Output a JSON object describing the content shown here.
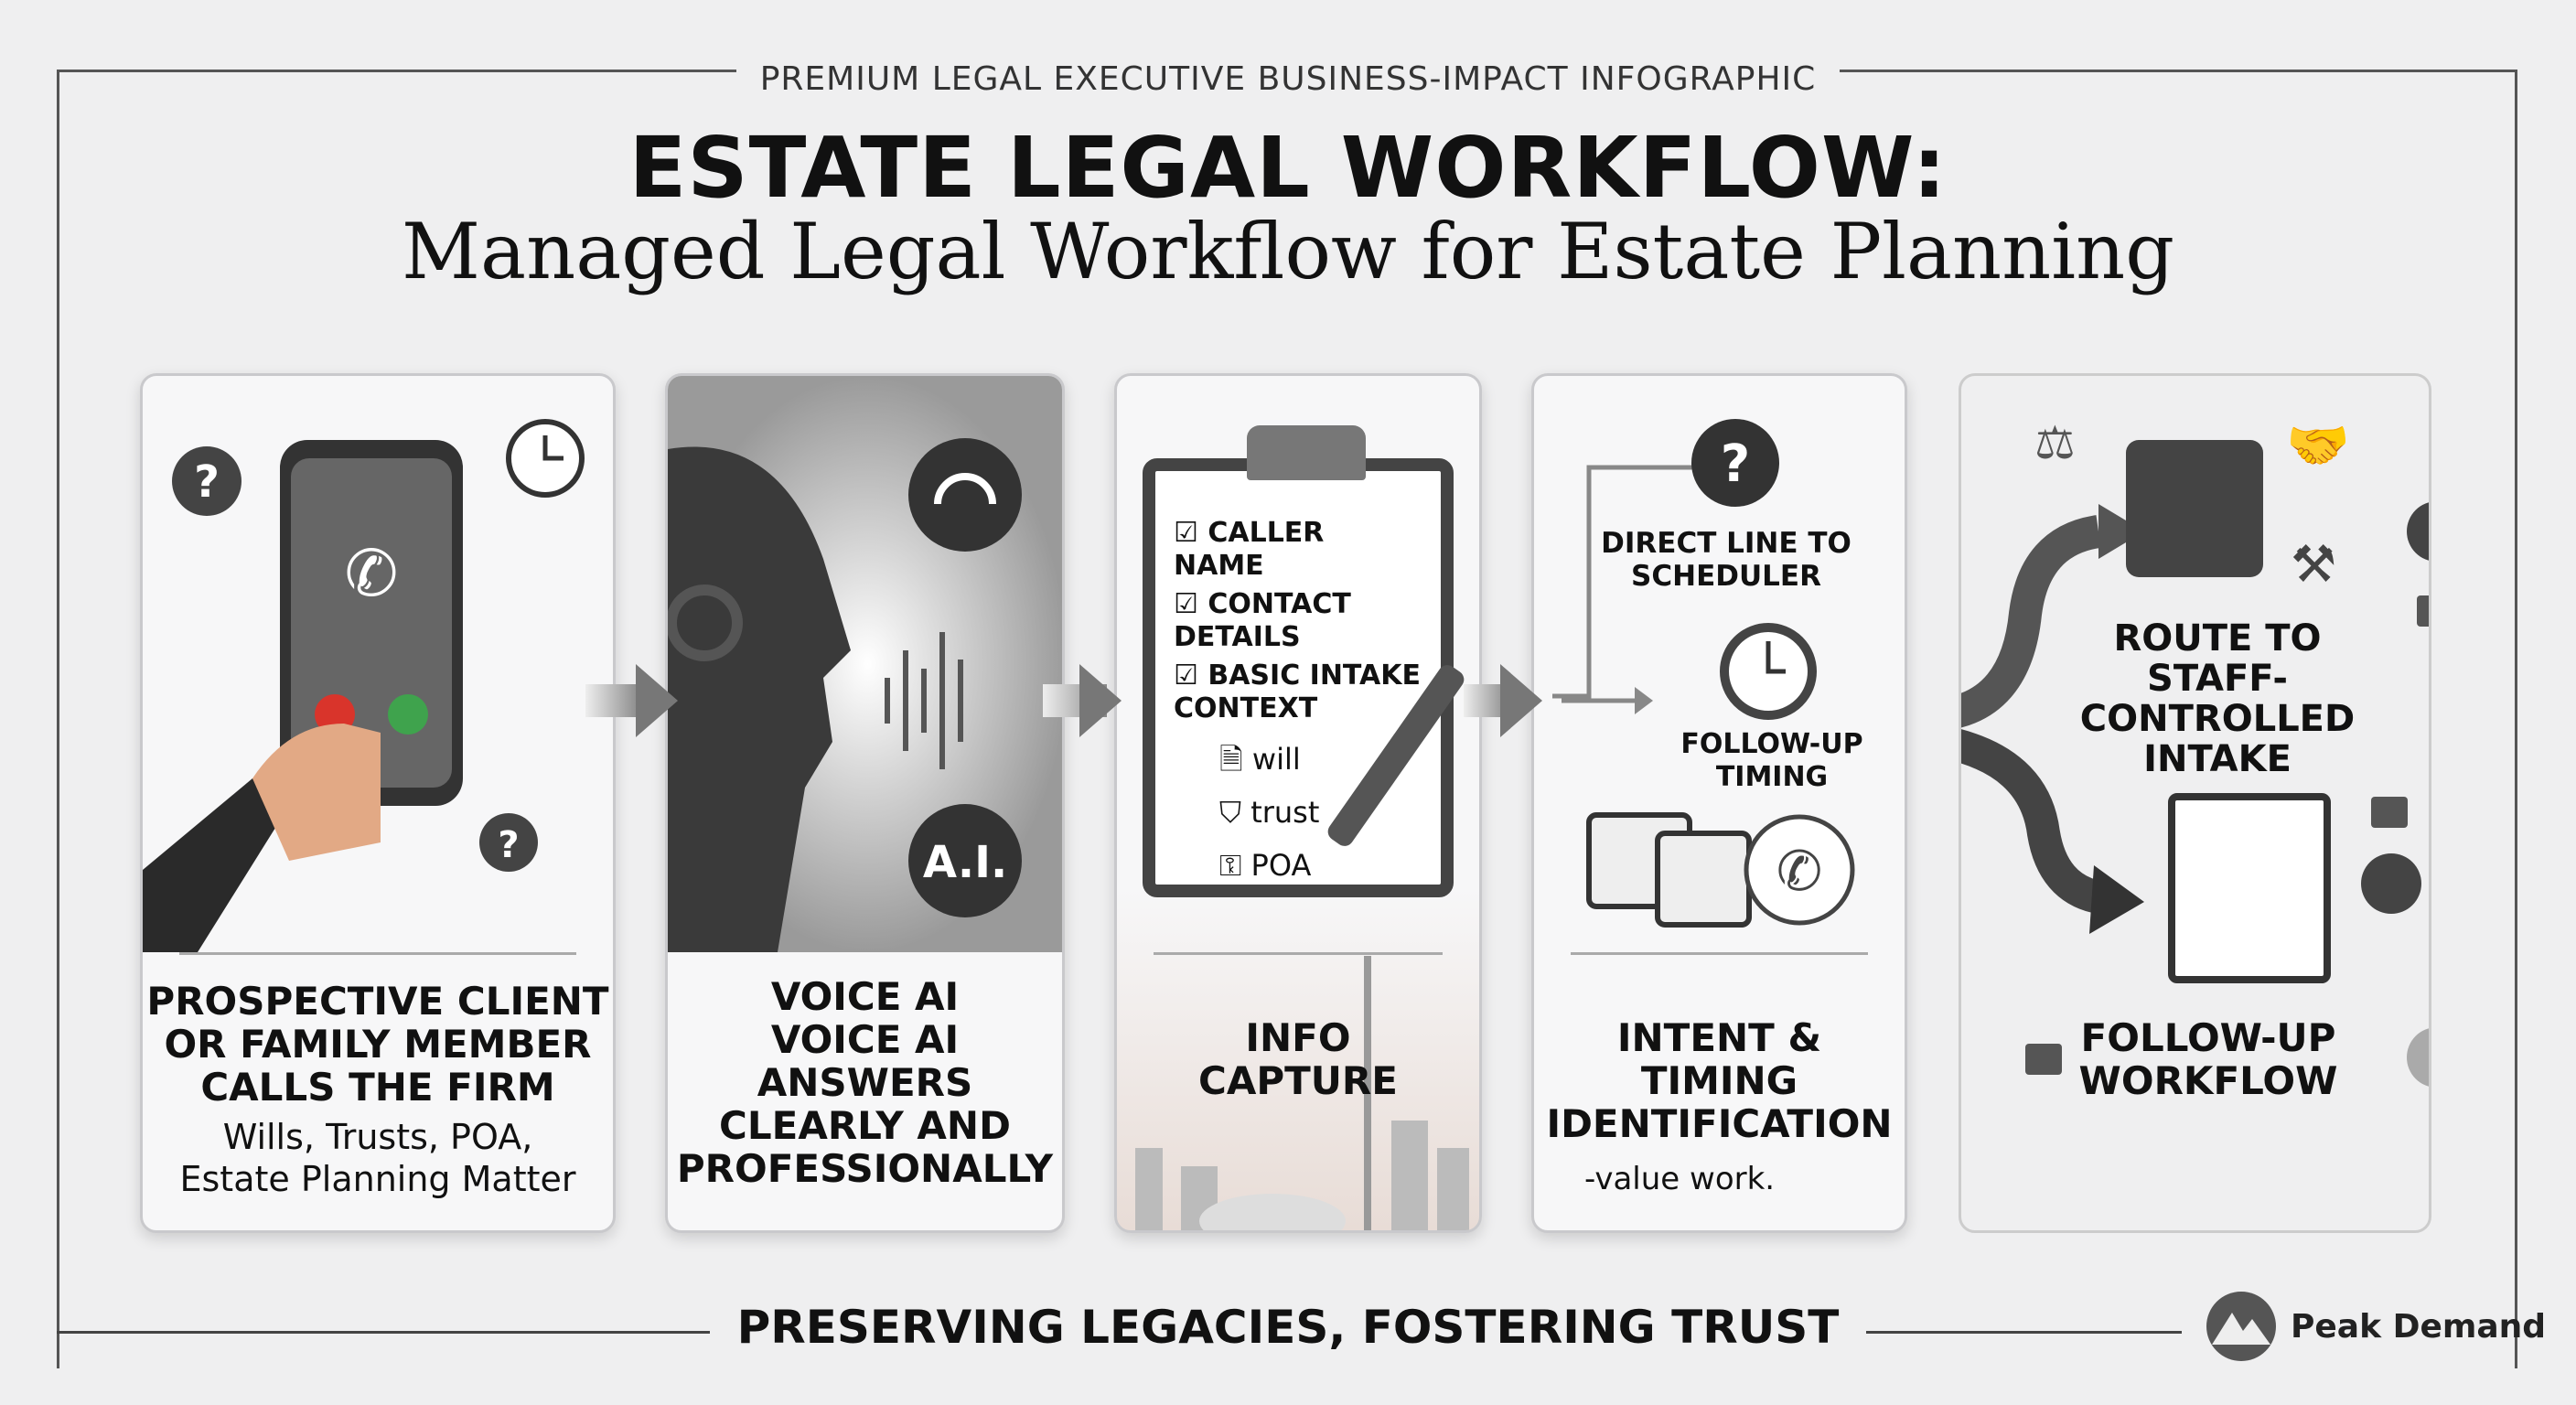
{
  "header": {
    "eyebrow": "PREMIUM LEGAL EXECUTIVE BUSINESS-IMPACT INFOGRAPHIC",
    "title": "ESTATE LEGAL WORKFLOW:",
    "subtitle": "Managed Legal Workflow for Estate Planning"
  },
  "steps": [
    {
      "caption": [
        "PROSPECTIVE CLIENT",
        "OR FAMILY MEMBER",
        "CALLS THE FIRM"
      ],
      "detail": [
        "Wills, Trusts, POA,",
        "Estate Planning Matter"
      ],
      "icons": [
        "smartphone-icon",
        "clock-icon",
        "question-bubble-icon"
      ]
    },
    {
      "caption": [
        "VOICE AI",
        "VOICE AI",
        "ANSWERS",
        "CLEARLY AND",
        "PROFESSIONALLY"
      ],
      "badge": "A.I.",
      "icons": [
        "headset-icon",
        "sound-wave-icon"
      ]
    },
    {
      "caption": [
        "INFO",
        "CAPTURE"
      ],
      "checklist": [
        "CALLER NAME",
        "CONTACT DETAILS",
        "BASIC INTAKE CONTEXT"
      ],
      "items": [
        "will",
        "trust",
        "POA"
      ],
      "icons": [
        "clipboard-icon",
        "pencil-icon",
        "skyline"
      ]
    },
    {
      "caption": [
        "INTENT & TIMING",
        "IDENTIFICATION"
      ],
      "labels": [
        "DIRECT LINE TO SCHEDULER",
        "FOLLOW-UP TIMING"
      ],
      "note": "-value work.",
      "icons": [
        "question-icon",
        "clock-icon",
        "calendar-icon",
        "phone-icon"
      ]
    },
    {
      "routes": [
        {
          "label": [
            "ROUTE TO",
            "STAFF-CONTROLLED",
            "INTAKE"
          ]
        },
        {
          "label": [
            "FOLLOW-UP",
            "WORKFLOW"
          ]
        }
      ],
      "icons": [
        "desk-phone-icon",
        "notepad-icon",
        "scales-icon",
        "handshake-icon",
        "gavel-icon",
        "lock-icon",
        "check-icon"
      ]
    }
  ],
  "footer": {
    "tagline": "PRESERVING LEGACIES, FOSTERING TRUST",
    "brand": "Peak Demand"
  },
  "colors": {
    "background": "#efeff0",
    "ink": "#111111",
    "accent": "#555555",
    "phone_red": "#d9342b",
    "phone_green": "#3fa34d"
  }
}
